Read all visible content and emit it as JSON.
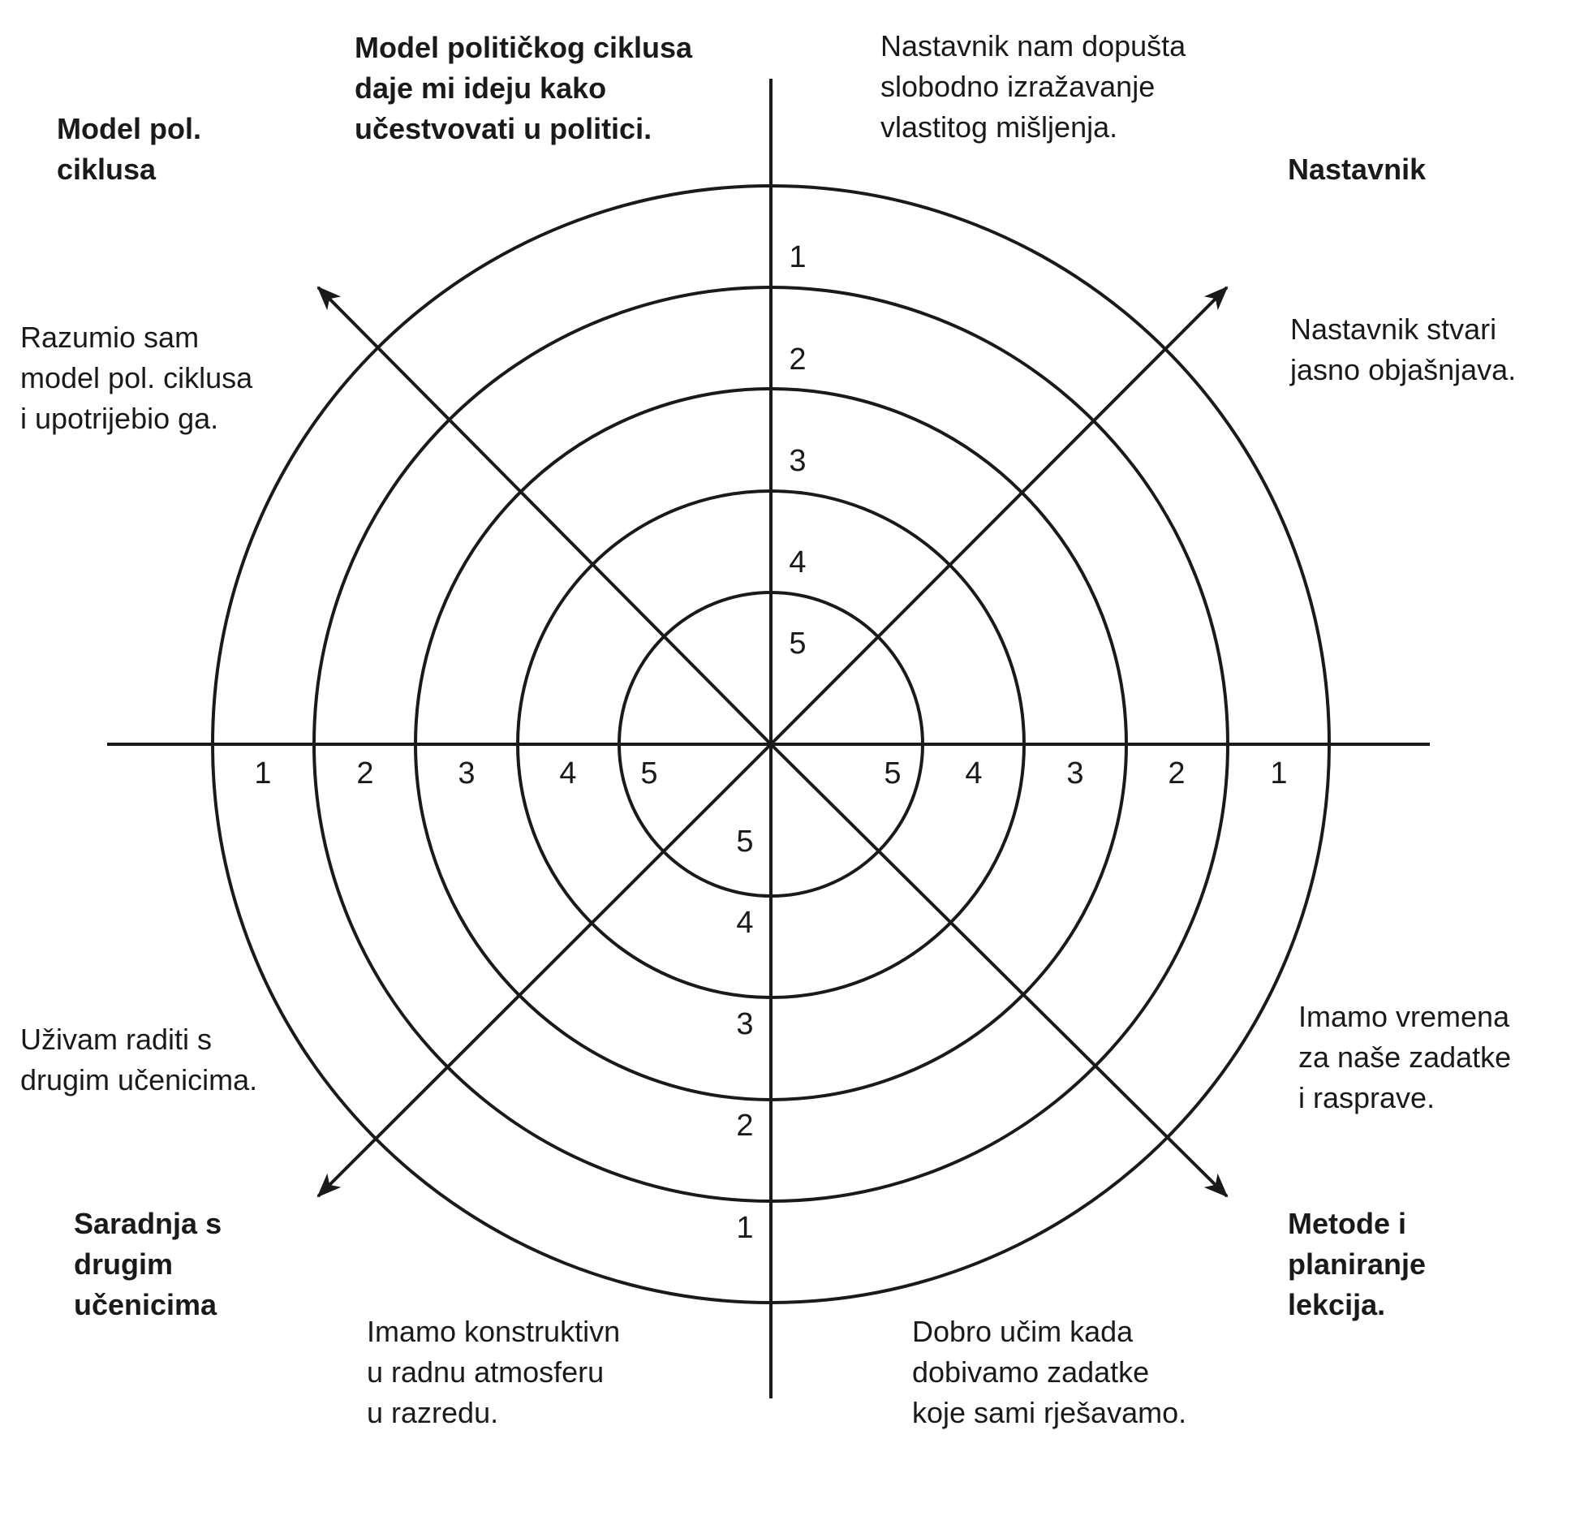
{
  "scale_labels": [
    "1",
    "2",
    "3",
    "4",
    "5"
  ],
  "categories": {
    "top_left": "Model pol.\nciklusa",
    "top_right": "Nastavnik",
    "bottom_left": "Saradnja s\ndrugim\nučenicima",
    "bottom_right": "Metode i\nplaniranje\nlekcija."
  },
  "statements": {
    "top_bold": "Model političkog ciklusa\ndaje mi ideju kako\nučestvovati u politici.",
    "top_right": "Nastavnik nam dopušta\nslobodno izražavanje\nvlastitog mišljenja.",
    "upper_right": "Nastavnik stvari\njasno objašnjava.",
    "upper_left": "Razumio sam\nmodel pol. ciklusa\ni upotrijebio ga.",
    "lower_left": "Uživam raditi s\ndrugim učenicima.",
    "lower_right": "Imamo vremena\nza naše zadatke\ni rasprave.",
    "bottom_left": "Imamo konstruktivn\nu radnu atmosferu\nu razredu.",
    "bottom_right": "Dobro učim kada\ndobivamo zadatke\nkoje sami rješavamo."
  }
}
